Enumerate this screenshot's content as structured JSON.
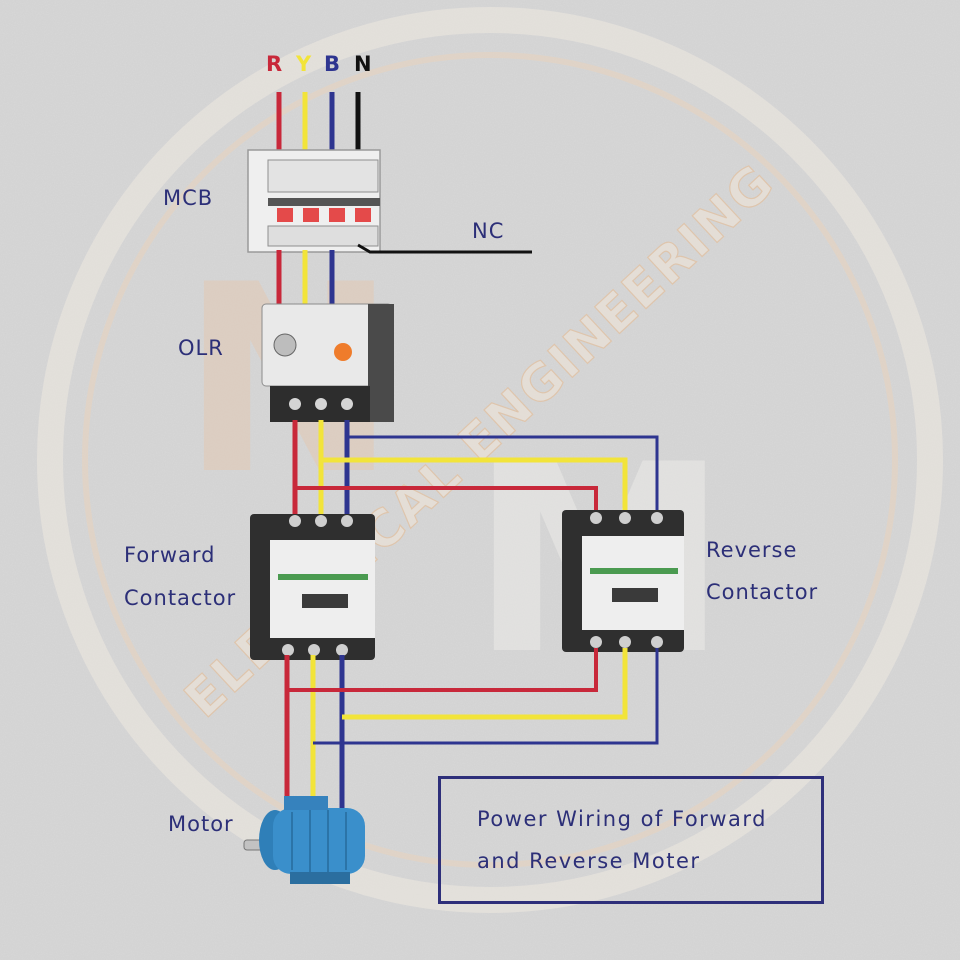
{
  "watermark": {
    "text": "ELECTRICAL ENGINEERING",
    "initials": [
      "N",
      "M"
    ],
    "ring_color": "#e8dccb",
    "accent_color": "#f1a35a"
  },
  "phases": [
    {
      "label": "R",
      "color": "#c8283a"
    },
    {
      "label": "Y",
      "color": "#f2e43a"
    },
    {
      "label": "B",
      "color": "#2e3590"
    },
    {
      "label": "N",
      "color": "#111111"
    }
  ],
  "labels": {
    "mcb": "MCB",
    "nc": "NC",
    "olr": "OLR",
    "forward_1": "Forward",
    "forward_2": "Contactor",
    "reverse_1": "Reverse",
    "reverse_2": "Contactor",
    "motor": "Motor"
  },
  "caption": {
    "line1": "Power Wiring of Forward",
    "line2": "and Reverse Moter"
  }
}
